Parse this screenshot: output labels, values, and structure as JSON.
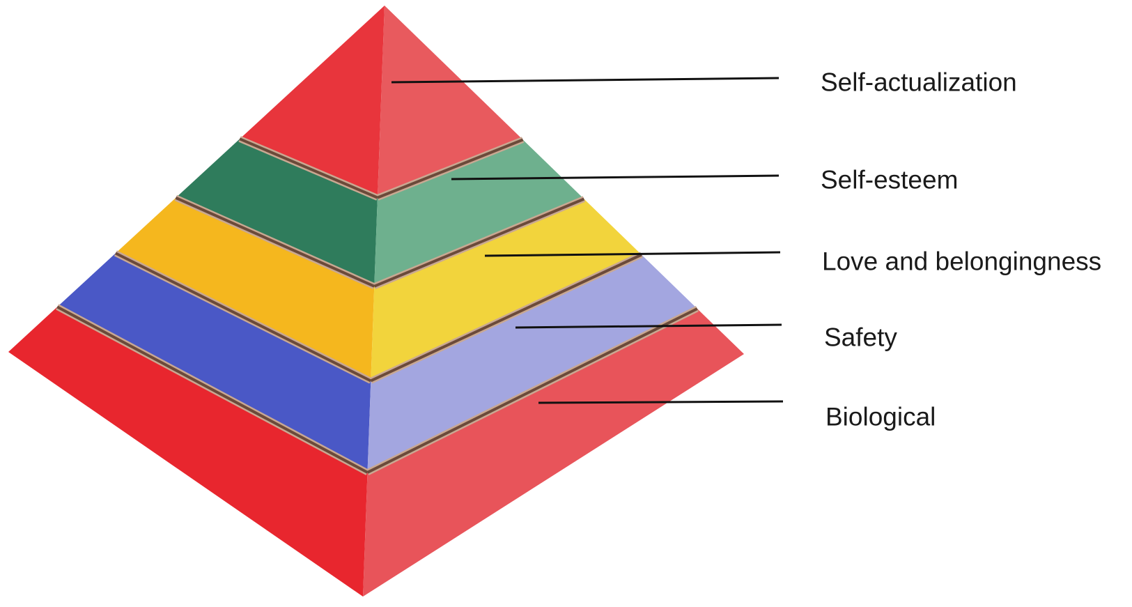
{
  "levels": [
    {
      "label": "Self-actualization",
      "left_color": "#e8353c",
      "right_color": "#e85a5e"
    },
    {
      "label": "Self-esteem",
      "left_color": "#2f7c5c",
      "right_color": "#6eb08e"
    },
    {
      "label": "Love and belongingness",
      "left_color": "#f5b71e",
      "right_color": "#f2d43c"
    },
    {
      "label": "Safety",
      "left_color": "#4a58c6",
      "right_color": "#a3a6e0"
    },
    {
      "label": "Biological",
      "left_color": "#e8262e",
      "right_color": "#e8545a"
    }
  ],
  "separator_color": "#6b4a3a",
  "separator_highlight": "#c9a892",
  "leader_line_color": "#111111"
}
